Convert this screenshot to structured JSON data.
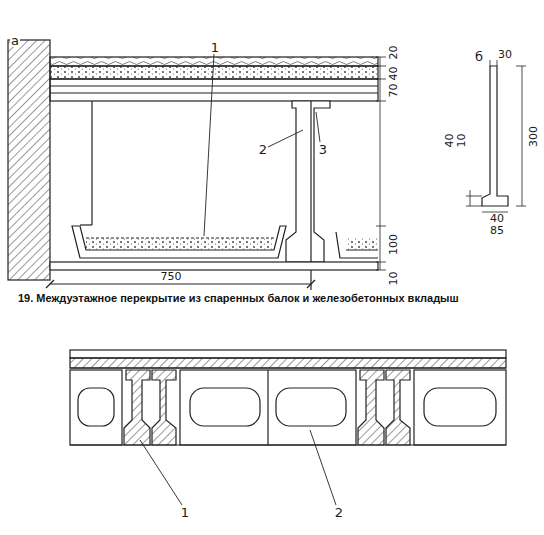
{
  "diagram": {
    "caption": "19. Междуэтажное перекрытие из спаренных балок и железобетонных вкладыш",
    "labels": [
      "а",
      "1",
      "2",
      "3",
      "20",
      "40",
      "70",
      "100",
      "10",
      "750",
      "б",
      "30",
      "300",
      "10",
      "40",
      "40",
      "85",
      "1",
      "2"
    ]
  }
}
